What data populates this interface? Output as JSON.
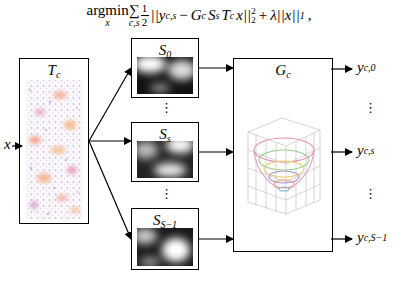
{
  "diagram": {
    "nodes": [
      {
        "text": [
          "T",
          "c"
        ]
      },
      {
        "text": [
          "S",
          "0"
        ]
      },
      {
        "text": [
          "S",
          "s"
        ]
      },
      {
        "text": [
          "S",
          "S−1"
        ]
      },
      {
        "text": [
          "G",
          "c"
        ]
      }
    ],
    "edges": [
      {
        "from": 0,
        "to": 1,
        "arrow": "to"
      },
      {
        "from": 0,
        "to": 2,
        "arrow": "to"
      },
      {
        "from": 0,
        "to": 3,
        "arrow": "to"
      },
      {
        "from": 1,
        "to": 4,
        "arrow": "to"
      },
      {
        "from": 2,
        "to": 4,
        "arrow": "to"
      },
      {
        "from": 3,
        "to": 4,
        "arrow": "to"
      }
    ],
    "labels": [
      "argmin",
      "x",
      "∑",
      "c,s",
      "1",
      "2",
      "||y",
      "c,s",
      "−",
      "G",
      "c",
      "S",
      "s",
      "T",
      "c",
      "x||",
      "2",
      "2",
      "+",
      "λ||x||",
      "1",
      ",",
      "x",
      "⋮",
      "⋮",
      "y",
      "c,0",
      "⋮",
      "y",
      "c,s",
      "⋮",
      "y",
      "c,S−1"
    ]
  }
}
